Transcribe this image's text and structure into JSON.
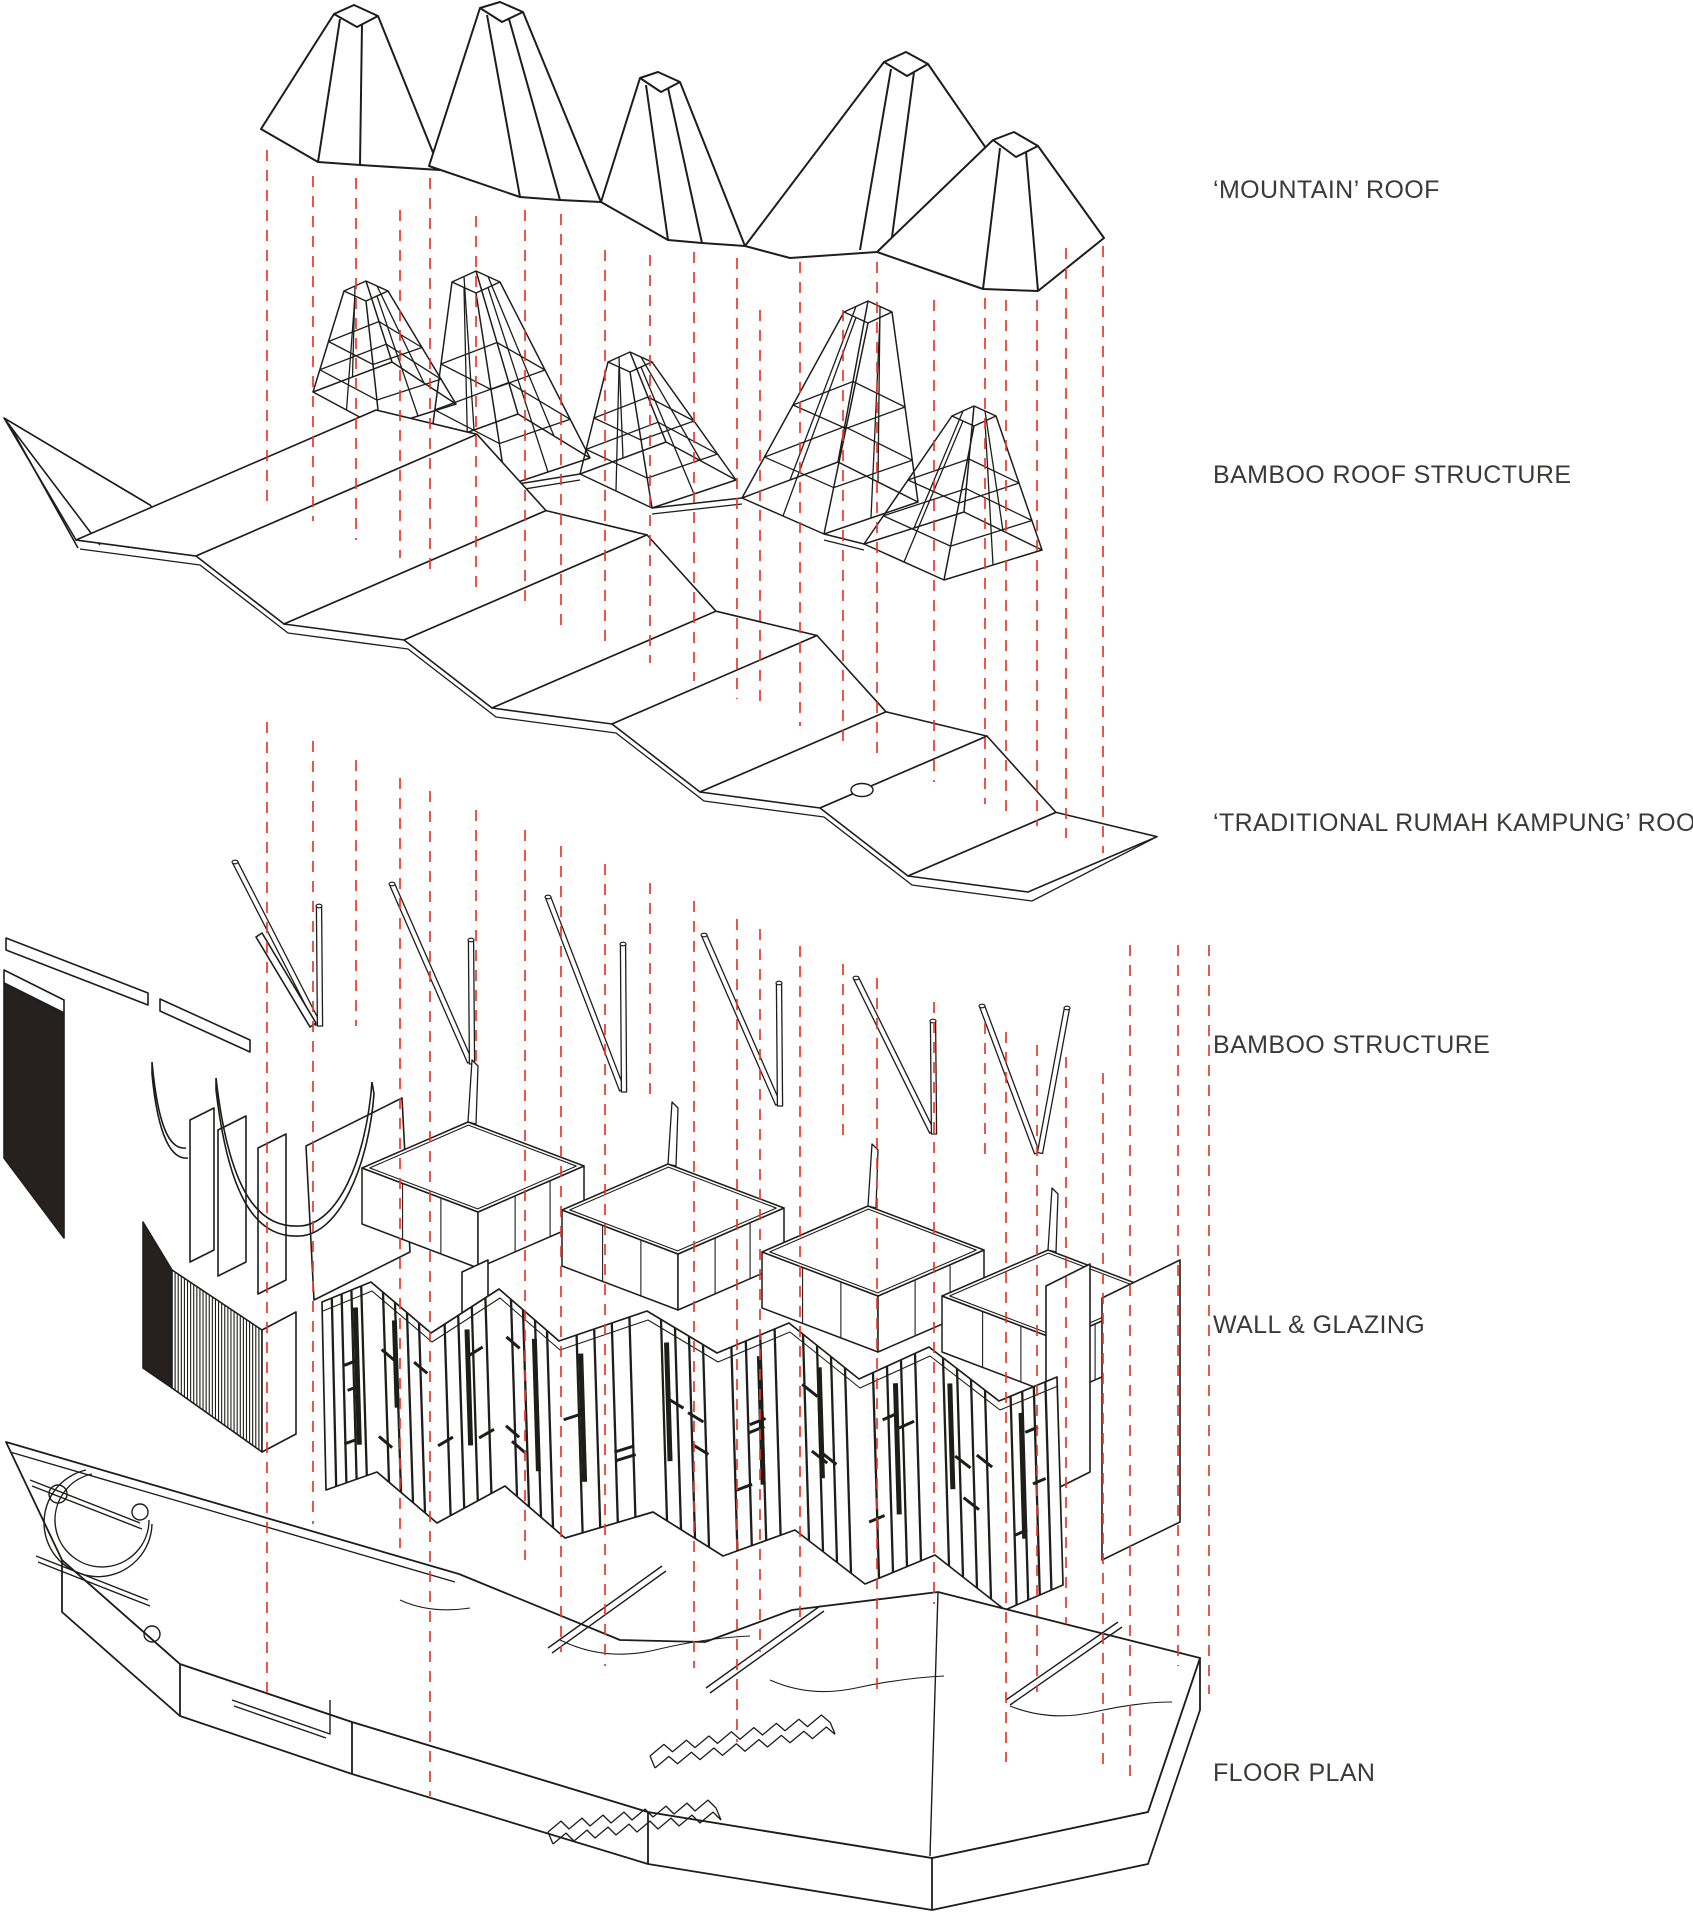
{
  "diagram": {
    "type": "exploded-axonometric-architecture-diagram",
    "colors": {
      "background": "#ffffff",
      "line": "#1d1d1b",
      "dark_fill": "#26211e",
      "projection_red": "#e8382a",
      "label_text": "#3a3a39"
    },
    "labels": [
      {
        "id": "mountain-roof",
        "text": "‘MOUNTAIN’ ROOF"
      },
      {
        "id": "bamboo-roof-structure",
        "text": "BAMBOO ROOF STRUCTURE"
      },
      {
        "id": "traditional-roof",
        "text": "‘TRADITIONAL RUMAH KAMPUNG’ ROOF"
      },
      {
        "id": "bamboo-structure",
        "text": "BAMBOO STRUCTURE"
      },
      {
        "id": "wall-glazing",
        "text": "WALL & GLAZING"
      },
      {
        "id": "floor-plan",
        "text": "FLOOR PLAN"
      }
    ]
  }
}
